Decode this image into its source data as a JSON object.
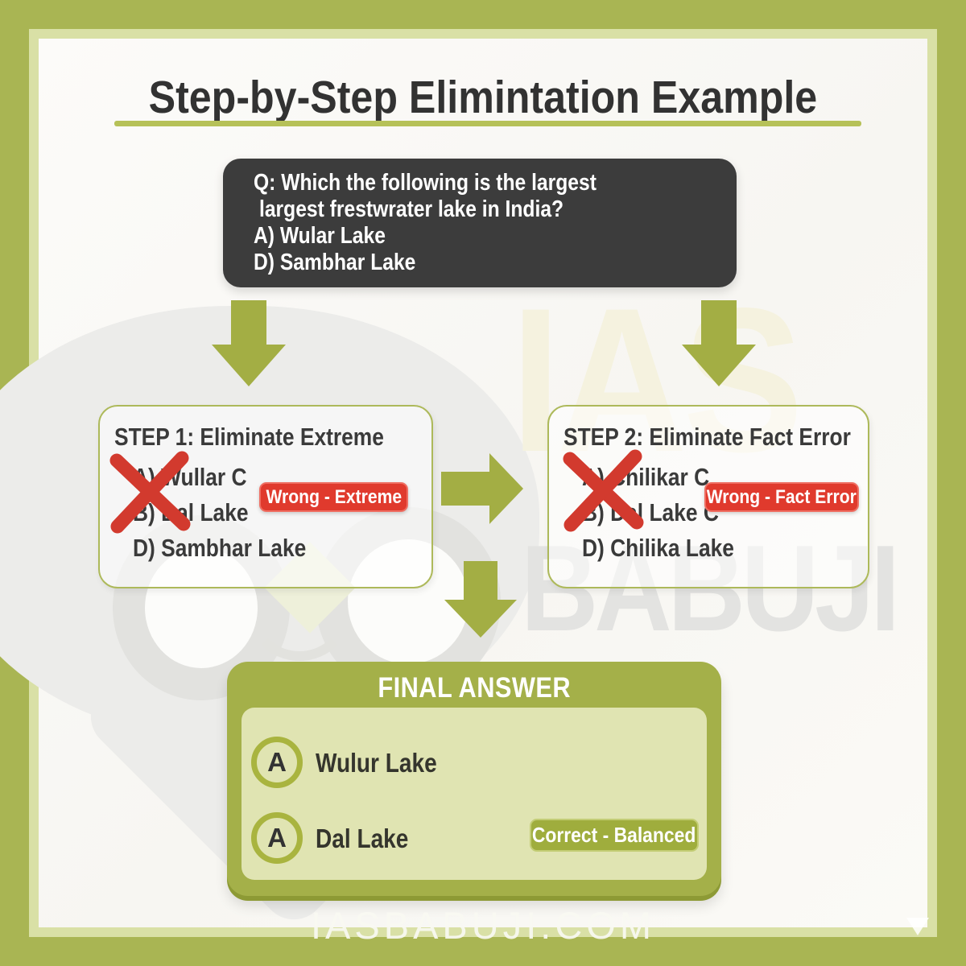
{
  "title": "Step-by-Step Elimintation Example",
  "question": {
    "line1": "Q: Which the following is the largest",
    "line2": "largest frestwrater lake in India?",
    "optionA": "A) Wular Lake",
    "optionD": "D) Sambhar Lake"
  },
  "step1": {
    "title": "STEP 1: Eliminate Extreme",
    "options": [
      "A) Wullar C",
      "B) Dal Lake",
      "D) Sambhar Lake"
    ],
    "badge": "Wrong - Extreme"
  },
  "step2": {
    "title": "STEP 2: Eliminate Fact Error",
    "options": [
      "A) Chilikar C",
      "B) Dal Lake C",
      "D) Chilika Lake"
    ],
    "badge": "Wrong - Fact Error"
  },
  "final": {
    "header": "FINAL ANSWER",
    "options": [
      {
        "letter": "A",
        "label": "Wulur Lake"
      },
      {
        "letter": "A",
        "label": "Dal Lake"
      }
    ],
    "badge": "Correct - Balanced"
  },
  "watermark": {
    "brand_top": "IAS",
    "brand_bottom": "BABUJI",
    "footer": "IASBABUJI.COM"
  },
  "colors": {
    "frame_olive": "#a9b553",
    "band_light": "#d9e0a6",
    "arrow_olive": "#a3ae44",
    "final_olive": "#a4b049",
    "panel_light": "#e0e4b2",
    "badge_green": "#9fad3d",
    "badge_red": "#e03a2d",
    "question_dark": "#3c3c3c",
    "text_dark": "#333333"
  }
}
